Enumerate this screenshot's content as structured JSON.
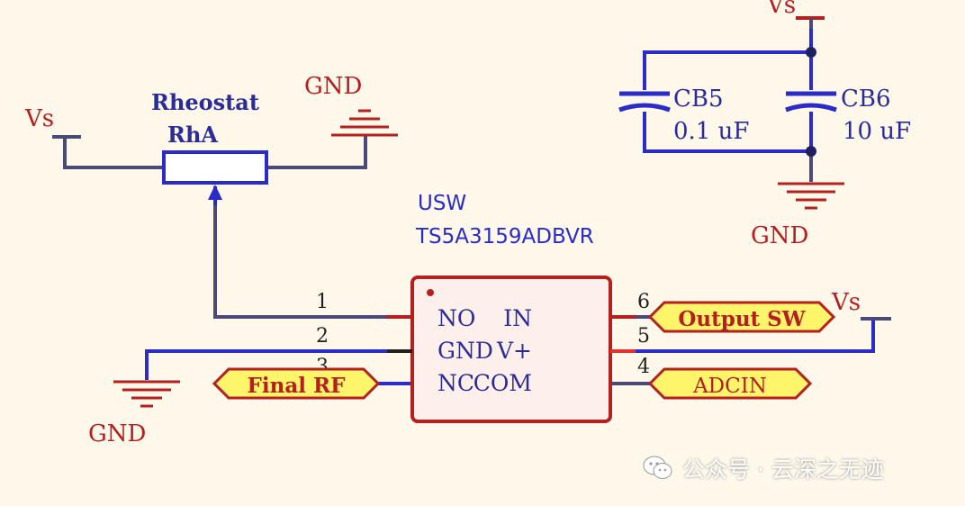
{
  "colors": {
    "wire": "#4a4a7a",
    "red": "#b5201f",
    "blue": "#2b2bc8",
    "dark": "#202020",
    "ic_border": "#b5201f",
    "ic_fill": "#fdf0ea",
    "port_fill": "#fff56b",
    "port_stroke": "#b5201f",
    "bg": "#fdf8ea"
  },
  "rheostat": {
    "designator": "Rheostat",
    "value": "RhA"
  },
  "power": {
    "vs": "Vs",
    "gnd": "GND"
  },
  "capacitors": [
    {
      "designator": "CB5",
      "value": "0.1 uF"
    },
    {
      "designator": "CB6",
      "value": "10 uF"
    }
  ],
  "switch_ic": {
    "designator": "USW",
    "part": "TS5A3159ADBVR",
    "pins_left": [
      {
        "num": "1",
        "name": "NO"
      },
      {
        "num": "2",
        "name": "GND"
      },
      {
        "num": "3",
        "name": "NC"
      }
    ],
    "pins_right": [
      {
        "num": "6",
        "name": "IN"
      },
      {
        "num": "5",
        "name": "V+"
      },
      {
        "num": "4",
        "name": "COM"
      }
    ]
  },
  "ports": {
    "output_sw": "Output SW",
    "adcin": "ADCIN",
    "final_rf": "Final RF"
  },
  "watermark": {
    "icon": "wechat-icon",
    "text": "公众号 · 云深之无迹"
  }
}
